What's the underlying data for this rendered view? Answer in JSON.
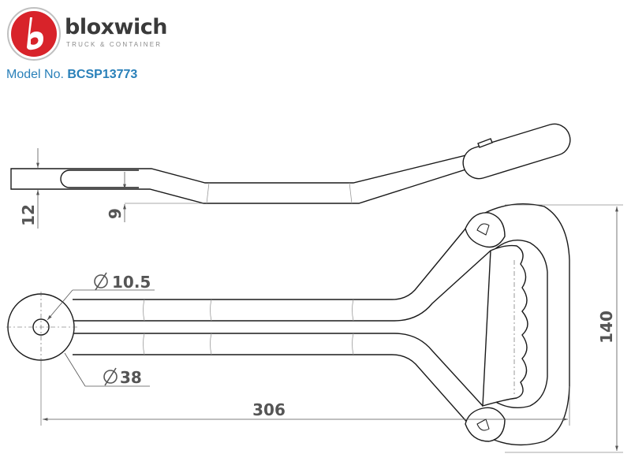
{
  "brand": {
    "name": "bloxwich",
    "tagline": "TRUCK & CONTAINER",
    "logo_letter": "b",
    "logo_color": "#d8232a"
  },
  "model": {
    "label": "Model No.",
    "number": "BCSP13773",
    "color": "#2980b9"
  },
  "dimensions": {
    "thickness": "12",
    "offset": "9",
    "hole_diameter": "10.5",
    "boss_diameter": "38",
    "length": "306",
    "width": "140"
  }
}
